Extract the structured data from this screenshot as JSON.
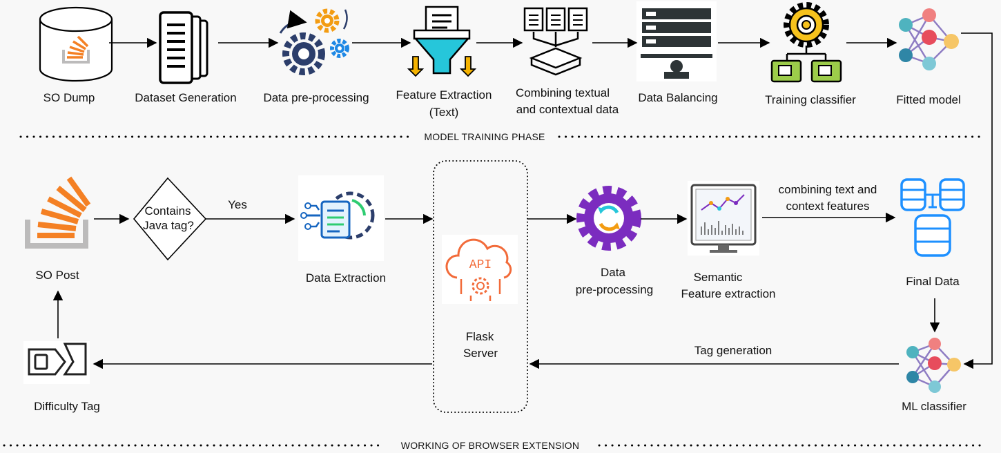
{
  "phases": {
    "training": "MODEL TRAINING PHASE",
    "extension": "WORKING OF BROWSER EXTENSION"
  },
  "training_steps": {
    "so_dump": "SO Dump",
    "dataset_generation": "Dataset Generation",
    "data_preprocessing": "Data pre-processing",
    "feature_extraction": [
      "Feature Extraction",
      "(Text)"
    ],
    "combining": [
      "Combining textual",
      "and contextual data"
    ],
    "data_balancing": "Data Balancing",
    "training_classifier": "Training classifier",
    "fitted_model": "Fitted model"
  },
  "extension_steps": {
    "so_post": "SO Post",
    "decision": [
      "Contains",
      "Java tag?"
    ],
    "yes": "Yes",
    "data_extraction": "Data Extraction",
    "flask_server": [
      "Flask",
      "Server"
    ],
    "api": "API",
    "data_preprocessing": [
      "Data",
      "pre-processing"
    ],
    "semantic": [
      "Semantic",
      "Feature extraction"
    ],
    "combining_features": [
      "combining text and",
      "context features"
    ],
    "final_data": "Final Data",
    "tag_generation": "Tag generation",
    "ml_classifier": "ML classifier",
    "difficulty_tag": "Difficulty Tag"
  },
  "colors": {
    "so_orange": "#f48024",
    "so_gray": "#bcbbbb",
    "funnel_teal": "#26c6da",
    "funnel_arrow": "#f5b301",
    "gear_orange": "#f39c12",
    "gear_navy": "#2c3e6b",
    "gear_blue": "#1e88e5",
    "purple_gear": "#7b2cbf",
    "db_blue": "#1e90ff",
    "nn_red": "#e74c5c",
    "nn_teal": "#4fb3bf",
    "nn_yellow": "#f6c667",
    "api_orange": "#f26b3a"
  },
  "icons": [
    "database-icon",
    "document-stack-icon",
    "gears-icon",
    "funnel-icon",
    "documents-merge-icon",
    "server-balance-icon",
    "gear-network-icon",
    "neural-network-icon",
    "stackoverflow-icon",
    "decision-diamond",
    "document-gear-icon",
    "api-cloud-icon",
    "purple-gear-icon",
    "monitor-chart-icon",
    "databases-icon",
    "tag-icon"
  ]
}
